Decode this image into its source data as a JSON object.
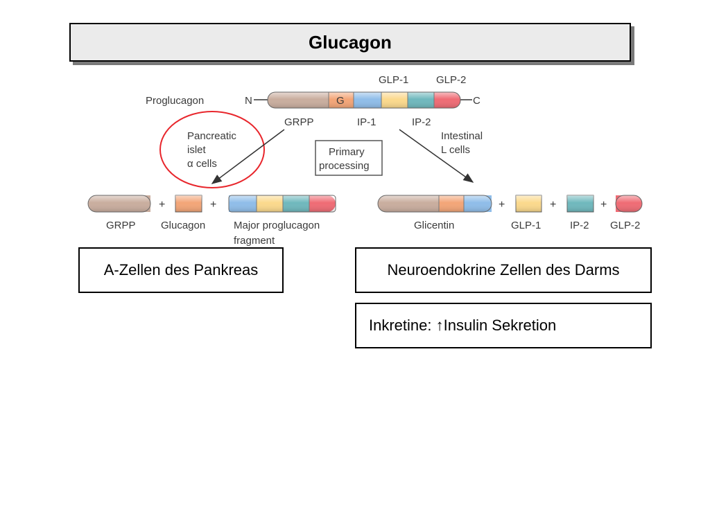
{
  "title": "Glucagon",
  "diagram": {
    "proglucagon_label": "Proglucagon",
    "n_terminus": "N",
    "c_terminus": "C",
    "g_segment": "G",
    "top_labels": {
      "glp1": "GLP-1",
      "glp2": "GLP-2"
    },
    "bottom_labels": {
      "grpp": "GRPP",
      "ip1": "IP-1",
      "ip2": "IP-2"
    },
    "left_pathway": [
      "Pancreatic",
      "islet",
      "α cells"
    ],
    "right_pathway": [
      "Intestinal",
      "L cells"
    ],
    "processing": [
      "Primary",
      "processing"
    ],
    "plus": "+",
    "left_products": {
      "grpp": "GRPP",
      "glucagon": "Glucagon",
      "major_fragment": [
        "Major proglucagon",
        "fragment"
      ]
    },
    "right_products": {
      "glicentin": "Glicentin",
      "glp1": "GLP-1",
      "ip2": "IP-2",
      "glp2": "GLP-2"
    }
  },
  "boxes": {
    "a_cells": "A-Zellen des Pankreas",
    "neuro": "Neuroendokrine Zellen des Darms",
    "inkretine": "Inkretine: ↑Insulin Sekretion"
  },
  "colors": {
    "grpp": "#c9ad9e",
    "glucagon": "#f3a577",
    "ip1": "#8fbde9",
    "glp1": "#fbd98c",
    "ip2": "#6fb8bd",
    "glp2": "#ef6b74",
    "highlight_circle": "#e8262c"
  }
}
